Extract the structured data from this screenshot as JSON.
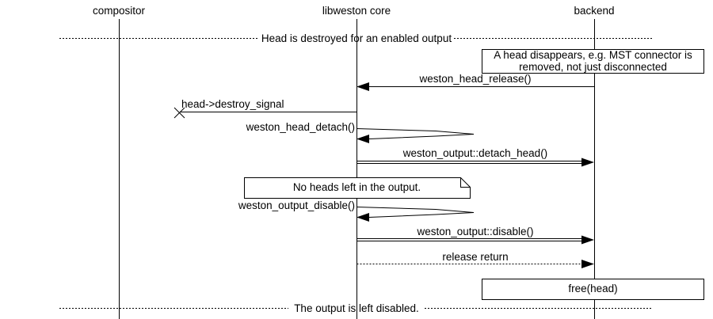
{
  "participants": [
    {
      "label": "compositor"
    },
    {
      "label": "libweston core"
    },
    {
      "label": "backend"
    }
  ],
  "dividers": {
    "top": {
      "label": "Head is destroyed for an enabled output"
    },
    "bottom": {
      "label": "The output is left disabled."
    }
  },
  "notes": {
    "head_disappears": {
      "label": "A head disappears, e.g. MST connector is removed, not just disconnected"
    },
    "no_heads": {
      "label": "No heads left in the output."
    },
    "free_head": {
      "label": "free(head)"
    }
  },
  "messages": {
    "head_release": {
      "label": "weston_head_release()",
      "from": "backend",
      "to": "libweston core",
      "style": "solid-arrow-left"
    },
    "destroy_signal": {
      "label": "head->destroy_signal",
      "from": "libweston core",
      "to": "lost-x",
      "style": "solid-lost"
    },
    "head_detach": {
      "label": "weston_head_detach()",
      "from": "libweston core",
      "to": "libweston core",
      "style": "self-call"
    },
    "output_detach_head": {
      "label": "weston_output::detach_head()",
      "from": "libweston core",
      "to": "backend",
      "style": "double-line-arrow-right"
    },
    "output_disable": {
      "label": "weston_output_disable()",
      "from": "libweston core",
      "to": "libweston core",
      "style": "self-call"
    },
    "output_disable_vfunc": {
      "label": "weston_output::disable()",
      "from": "libweston core",
      "to": "backend",
      "style": "double-line-arrow-right"
    },
    "release_return": {
      "label": "release return",
      "from": "libweston core",
      "to": "backend",
      "style": "dotted-arrow-right"
    }
  },
  "colors": {
    "line": "#000000",
    "background": "#ffffff",
    "text": "#000000"
  }
}
